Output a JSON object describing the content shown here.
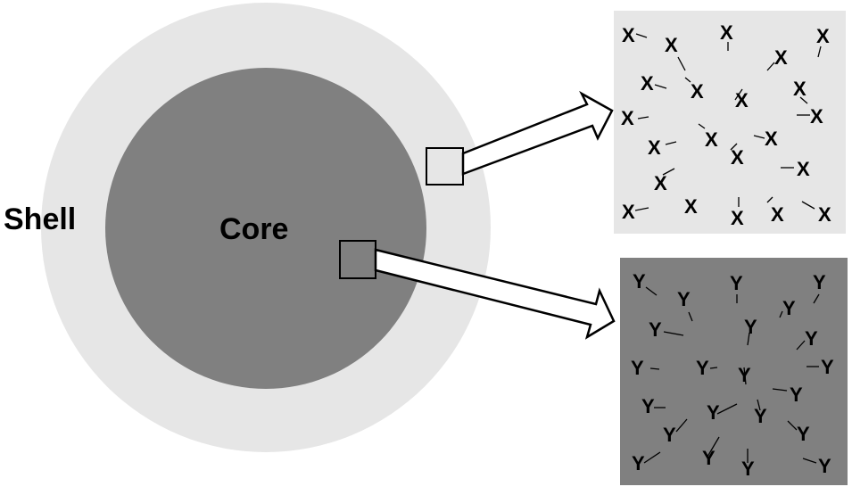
{
  "labels": {
    "shell": "Shell",
    "core": "Core"
  },
  "panels": {
    "shell_zoom": {
      "glyph": "X"
    },
    "core_zoom": {
      "glyph": "Y"
    }
  },
  "colors": {
    "shell": "#e6e6e6",
    "core": "#808080",
    "shell_panel": "#e6e6e6",
    "core_panel": "#808080",
    "ink": "#000000"
  }
}
